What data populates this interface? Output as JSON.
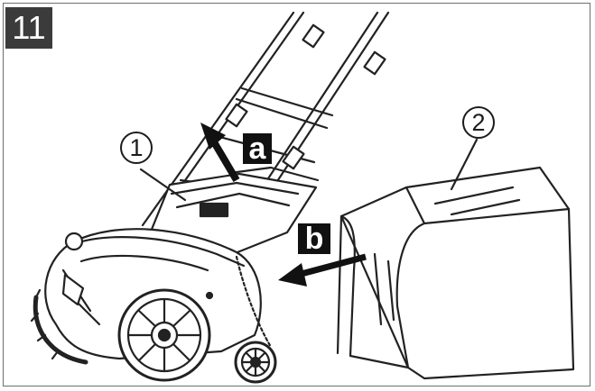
{
  "figure": {
    "number": "11"
  },
  "callouts": [
    {
      "id": "1",
      "label": "1"
    },
    {
      "id": "2",
      "label": "2"
    }
  ],
  "steps": [
    {
      "id": "a",
      "label": "a"
    },
    {
      "id": "b",
      "label": "b"
    }
  ]
}
